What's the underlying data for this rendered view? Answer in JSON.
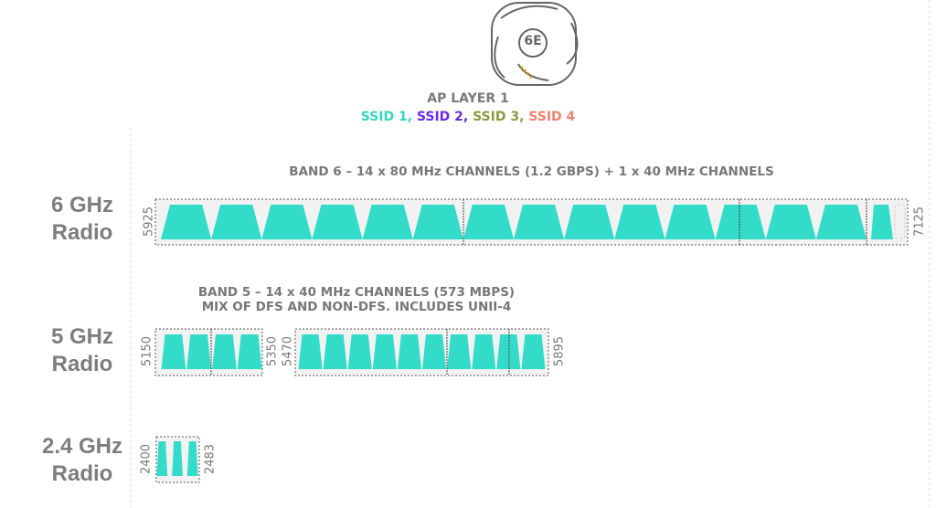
{
  "ap": {
    "badge": "6E",
    "title": "AP LAYER 1",
    "ssids": [
      {
        "label": "SSID 1,",
        "color": "#33d6c3"
      },
      {
        "label": "SSID 2,",
        "color": "#6a2ce0"
      },
      {
        "label": "SSID 3,",
        "color": "#8a9a40"
      },
      {
        "label": "SSID 4",
        "color": "#f08070"
      }
    ]
  },
  "channel_color": "#33dbc9",
  "radios": [
    {
      "label_line1": "6 GHz",
      "label_line2": "Radio",
      "band_title": [
        "BAND 6 – 14 x 80 MHz CHANNELS (1.2 GBPS) + 1 x 40 MHz CHANNELS"
      ],
      "start_freq": "5925",
      "end_freq": "7125",
      "channels": 14,
      "extra_40mhz_channels": 1
    },
    {
      "label_line1": "5 GHz",
      "label_line2": "Radio",
      "band_title": [
        "BAND 5 – 14 x 40 MHz CHANNELS (573 MBPS)",
        "MIX OF DFS AND NON-DFS.  INCLUDES UNII-4"
      ],
      "segments": [
        {
          "start_freq": "5150",
          "end_freq": "5350",
          "channels": 4
        },
        {
          "start_freq": "5470",
          "end_freq": "5895",
          "channels": 10
        }
      ]
    },
    {
      "label_line1": "2.4 GHz",
      "label_line2": "Radio",
      "start_freq": "2400",
      "end_freq": "2483",
      "channels": 3
    }
  ]
}
